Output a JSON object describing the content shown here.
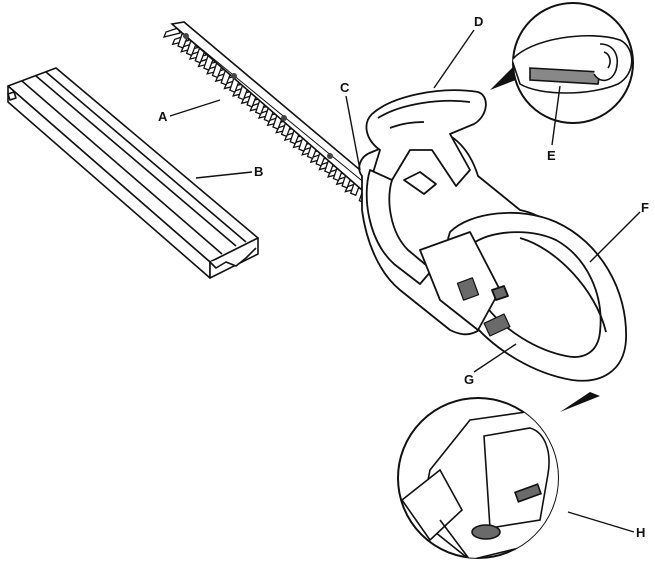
{
  "diagram": {
    "callouts": [
      {
        "id": "A",
        "label": "A"
      },
      {
        "id": "B",
        "label": "B"
      },
      {
        "id": "C",
        "label": "C"
      },
      {
        "id": "D",
        "label": "D"
      },
      {
        "id": "E",
        "label": "E"
      },
      {
        "id": "F",
        "label": "F"
      },
      {
        "id": "G",
        "label": "G"
      },
      {
        "id": "H",
        "label": "H"
      }
    ],
    "colors": {
      "line": "#111111",
      "fill": "#ffffff",
      "shade": "#d9d9d9",
      "dark": "#6a6a6a"
    }
  }
}
